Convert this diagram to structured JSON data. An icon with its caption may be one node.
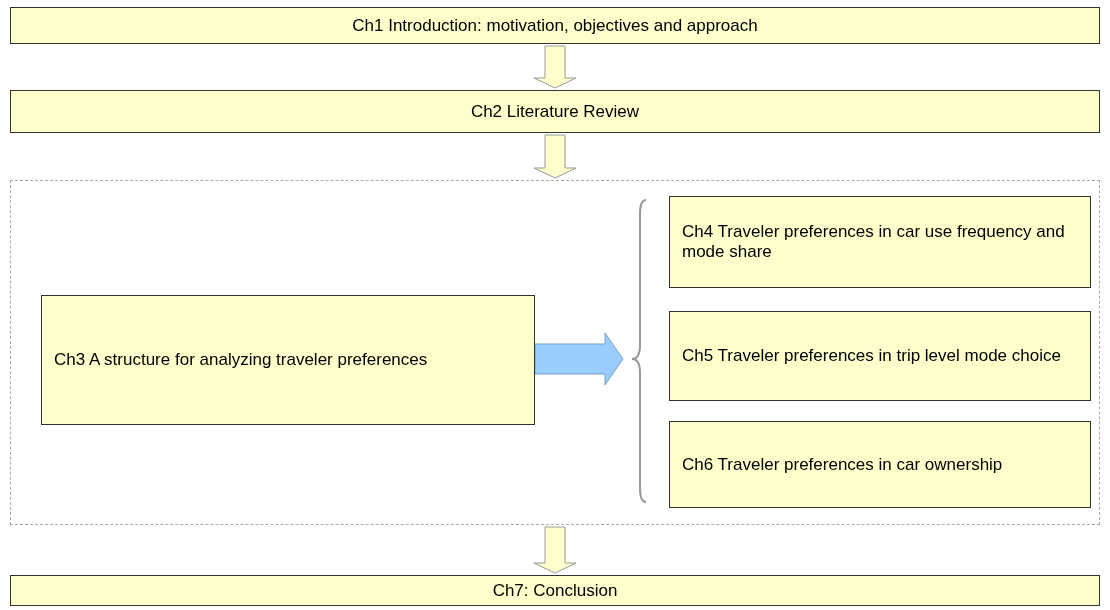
{
  "diagram": {
    "nodes": [
      {
        "text": [
          "Ch1 Introduction: motivation, objectives and approach"
        ]
      },
      {
        "text": [
          "Ch2 Literature Review"
        ]
      },
      {
        "text": [],
        "shape": "box"
      },
      {
        "text": [
          "Ch3 A structure for analyzing traveler preferences"
        ],
        "in": 2
      },
      {
        "text": [
          "Ch4 Traveler preferences in car use frequency and mode share"
        ],
        "in": 2
      },
      {
        "text": [
          "Ch5 Traveler preferences in trip level mode choice"
        ],
        "in": 2
      },
      {
        "text": [
          "Ch6 Traveler preferences in car ownership"
        ],
        "in": 2
      },
      {
        "text": [
          "Ch7: Conclusion"
        ]
      }
    ],
    "edges": [
      {
        "from": 0,
        "to": 1,
        "arrow": "to"
      },
      {
        "from": 1,
        "to": 2,
        "arrow": "to"
      },
      {
        "from": 3,
        "to": null,
        "arrow": "to",
        "color": "#99ccff"
      },
      {
        "from": 2,
        "to": 7,
        "arrow": "to"
      }
    ]
  }
}
